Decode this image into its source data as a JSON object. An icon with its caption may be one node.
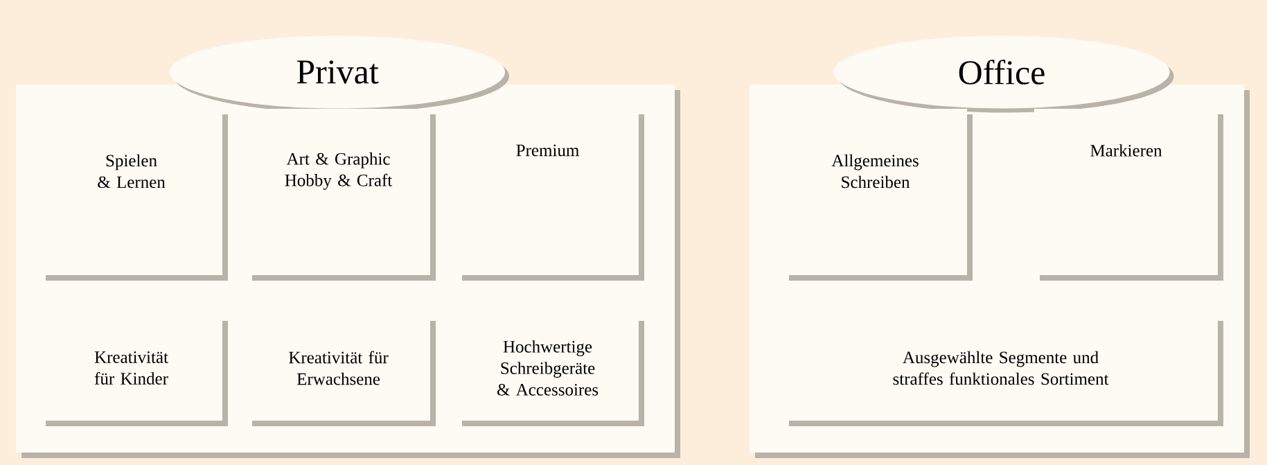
{
  "diagram": {
    "nodes": [
      {
        "text": [
          "Privat"
        ]
      },
      {
        "text": [
          "Spielen & Lernen"
        ],
        "in": 0
      },
      {
        "text": [
          "Art & Graphic Hobby & Craft"
        ],
        "in": 0
      },
      {
        "text": [
          "Premium"
        ],
        "in": 0
      },
      {
        "text": [
          "Kreativität für Kinder"
        ],
        "in": 0
      },
      {
        "text": [
          "Kreativität für Erwachsene"
        ],
        "in": 0
      },
      {
        "text": [
          "Hochwertige Schreibgeräte & Accessoires"
        ],
        "in": 0
      },
      {
        "text": [
          "Office"
        ]
      },
      {
        "text": [
          "Allgemeines Schreiben"
        ],
        "in": 7
      },
      {
        "text": [
          "Markieren"
        ],
        "in": 7
      },
      {
        "text": [
          "Ausgewählte Segmente und straffes funktionales Sortiment"
        ],
        "in": 7
      }
    ]
  }
}
